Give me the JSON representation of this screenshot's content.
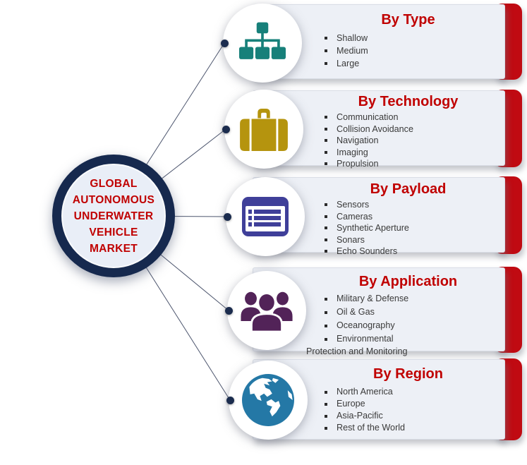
{
  "diagram_title": "Global Autonomous Underwater Vehicle Market segmentation",
  "center": {
    "lines": [
      "GLOBAL",
      "AUTONOMOUS",
      "UNDERWATER",
      "VEHICLE",
      "MARKET"
    ],
    "text_color": "#c00000"
  },
  "colors": {
    "accent_bar": "#c00a12",
    "section_title": "#c00000",
    "navy_ring": "#16294e",
    "panel_background": "#edf0f6",
    "connector_line": "#4d566e",
    "item_text": "#3a3a3a"
  },
  "sections": [
    {
      "title": "By Type",
      "icon": "hierarchy-icon",
      "icon_color": "#17807a",
      "items": [
        "Shallow",
        "Medium",
        "Large"
      ]
    },
    {
      "title": "By Technology",
      "icon": "briefcase-icon",
      "icon_color": "#b5940e",
      "items": [
        "Communication",
        "Collision Avoidance",
        "Navigation",
        "Imaging",
        "Propulsion"
      ]
    },
    {
      "title": "By Payload",
      "icon": "list-icon",
      "icon_color": "#3f3f99",
      "items": [
        "Sensors",
        "Cameras",
        "Synthetic Aperture",
        "Sonars",
        "Echo Sounders"
      ]
    },
    {
      "title": "By Application",
      "icon": "people-icon",
      "icon_color": "#522358",
      "items": [
        "Military & Defense",
        "Oil & Gas",
        "Oceanography",
        "Environmental"
      ],
      "continuation": "Protection and Monitoring"
    },
    {
      "title": "By Region",
      "icon": "globe-icon",
      "icon_color": "#2478a6",
      "items": [
        "North America",
        "Europe",
        "Asia-Pacific",
        "Rest of the World"
      ]
    }
  ]
}
